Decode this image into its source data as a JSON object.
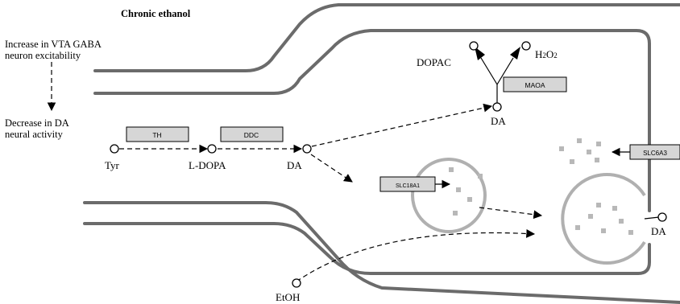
{
  "title": "Chronic ethanol",
  "notes": {
    "top": [
      "Increase in VTA GABA",
      "neuron excitability"
    ],
    "bottom": [
      "Decrease in DA",
      "neural activity"
    ]
  },
  "enzymes": {
    "th": "TH",
    "ddc": "DDC",
    "maoa": "MAOA",
    "slc18a1": "SLC18A1",
    "slc6a3": "SLC6A3"
  },
  "metabolites": {
    "tyr": "Tyr",
    "ldopa": "L-DOPA",
    "da_main": "DA",
    "da_cyto": "DA",
    "da_synapse": "DA",
    "dopac": "DOPAC",
    "h2o2_main": "H",
    "h2o2_sub1": "2",
    "h2o2_mid": "O",
    "h2o2_sub2": "2",
    "etoh": "EtOH"
  },
  "colors": {
    "membrane": "#6b6b6b",
    "vesicle": "#b0b0b0",
    "enzyme_fill": "#d6d6d6",
    "granule": "#b8b8b8"
  }
}
